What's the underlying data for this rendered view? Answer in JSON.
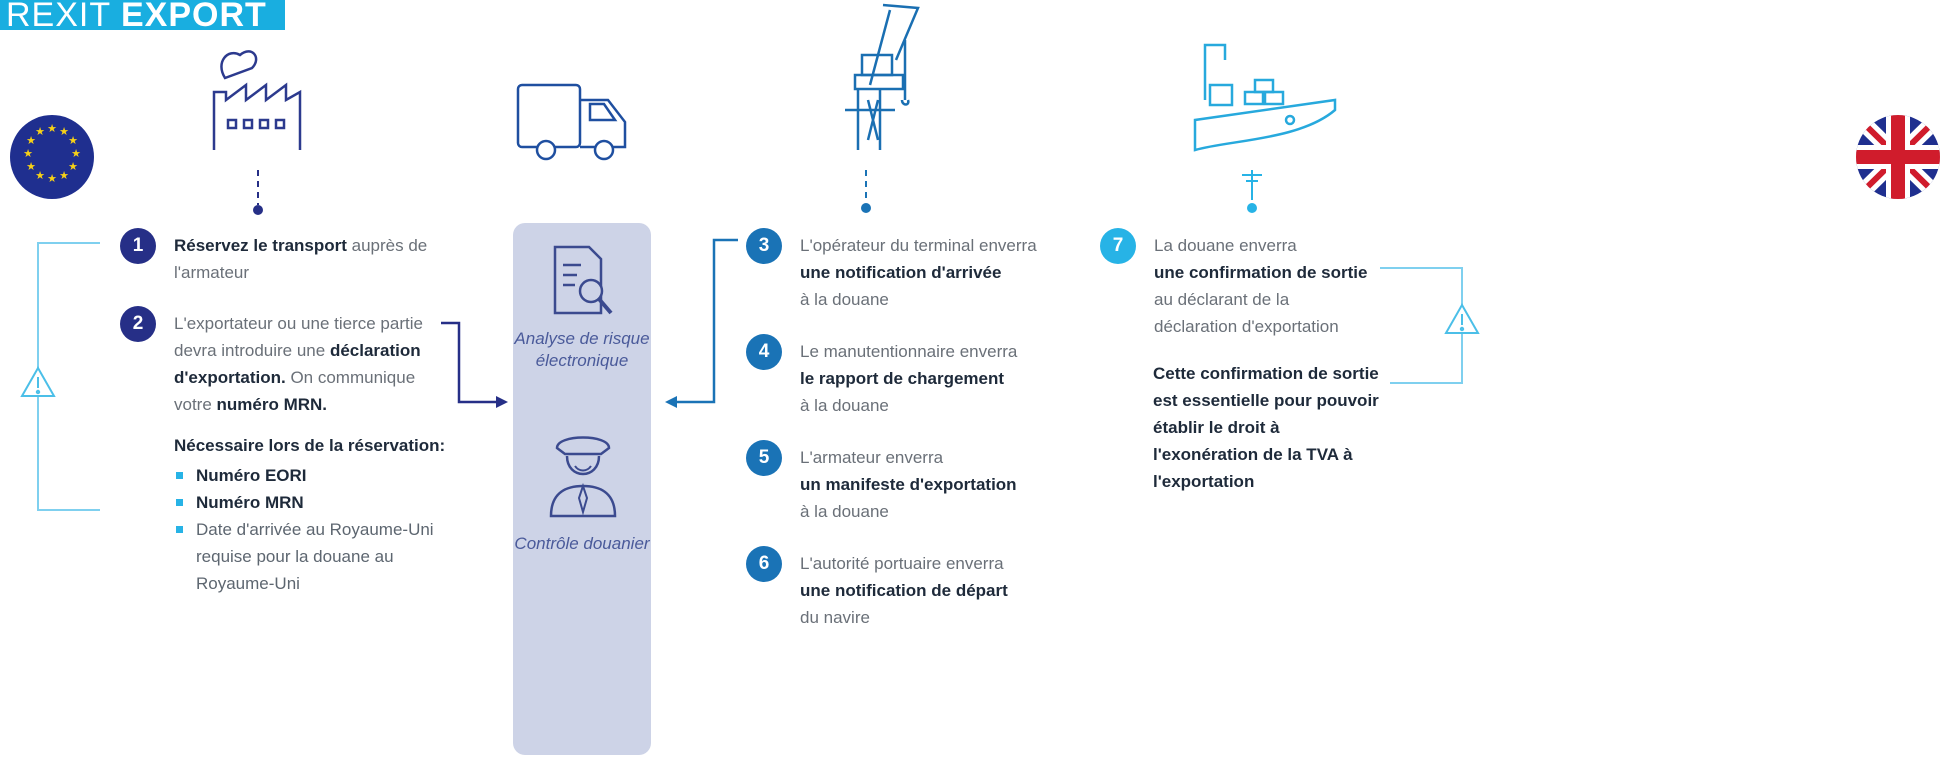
{
  "title": {
    "light": "REXIT ",
    "bold": "EXPORT"
  },
  "colors": {
    "dark_blue": "#262f87",
    "mid_blue": "#1a73b6",
    "light_blue": "#27b3e6",
    "panel": "#cdd3e7"
  },
  "icons": [
    "eu-flag-icon",
    "factory-icon",
    "truck-icon",
    "port-crane-icon",
    "cargo-ship-icon",
    "uk-flag-icon",
    "document-search-icon",
    "customs-officer-icon",
    "warning-icon"
  ],
  "steps": [
    {
      "num": "1",
      "bold": "Réservez le transport",
      "rest": " auprès de l'armateur"
    },
    {
      "num": "2",
      "pre": "L'exportateur ou une tierce partie devra introduire une ",
      "bold1": "déclaration d'exportation.",
      "mid": " On communique votre ",
      "bold2": "numéro MRN."
    },
    {
      "num": "3",
      "line1": "L'opérateur du terminal enverra",
      "bold": "une notification d'arrivée",
      "line3": "à la douane"
    },
    {
      "num": "4",
      "line1": "Le manutentionnaire enverra",
      "bold": "le rapport de chargement",
      "line3": "à la douane"
    },
    {
      "num": "5",
      "line1": "L'armateur enverra",
      "bold": "un manifeste d'exportation",
      "line3": "à la douane"
    },
    {
      "num": "6",
      "line1": "L'autorité portuaire enverra",
      "bold": "une notification de départ",
      "line3": "du navire"
    },
    {
      "num": "7",
      "line1": "La douane enverra",
      "bold": "une confirmation de sortie",
      "line3": "au déclarant de la déclaration d'exportation"
    }
  ],
  "requirements": {
    "title": "Nécessaire lors de la réservation:",
    "items": [
      "Numéro EORI",
      "Numéro MRN",
      "Date d'arrivée au Royaume-Uni requise pour la douane au Royaume-Uni"
    ]
  },
  "panel": {
    "analysis": "Analyse de risque électronique",
    "control": "Contrôle douanier"
  },
  "note": "Cette confirmation de sortie est essentielle pour pouvoir établir le droit à l'exonération de la TVA à l'exportation"
}
